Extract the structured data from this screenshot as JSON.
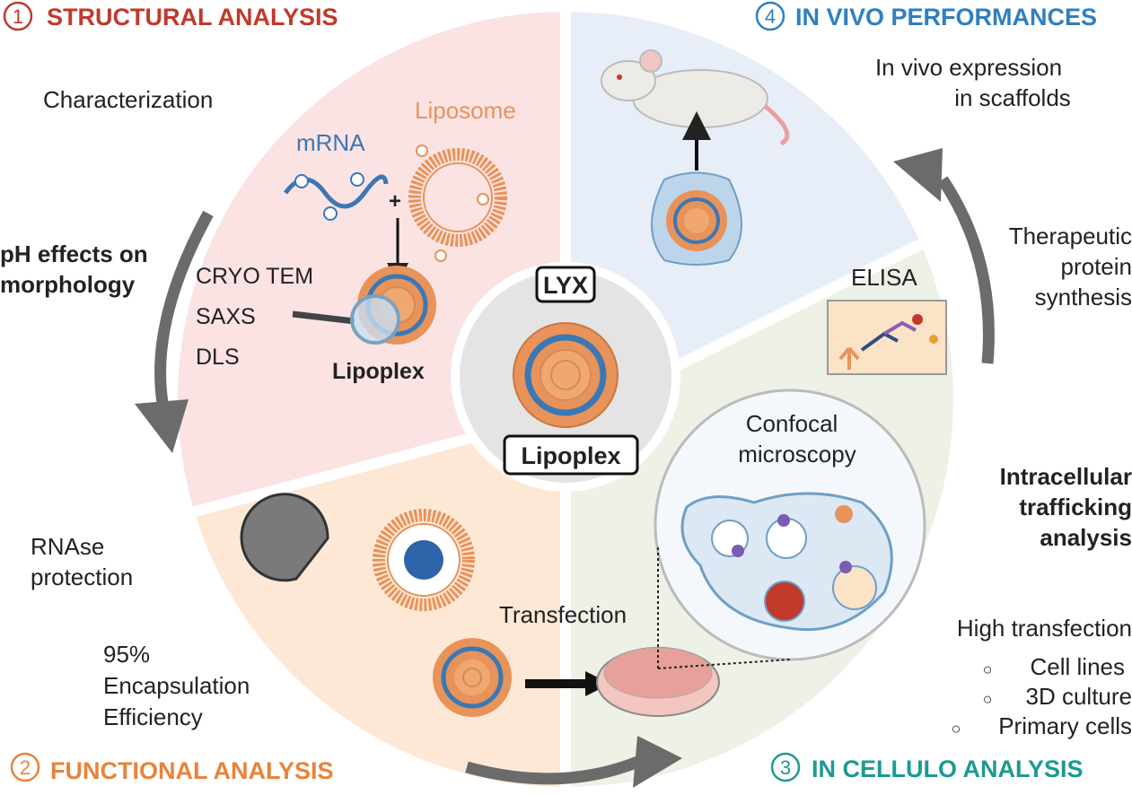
{
  "sections": {
    "structural": {
      "number": "1",
      "title": "STRUCTURAL ANALYSIS",
      "color": "#c0392b"
    },
    "functional": {
      "number": "2",
      "title": "FUNCTIONAL ANALYSIS",
      "color": "#e8833a"
    },
    "in_cellulo": {
      "number": "3",
      "title": "IN CELLULO ANALYSIS",
      "color": "#1d9a92"
    },
    "in_vivo": {
      "number": "4",
      "title": "IN VIVO PERFORMANCES",
      "color": "#2f7fbf"
    }
  },
  "structural": {
    "characterization": "Characterization",
    "mrna": "mRNA",
    "liposome": "Liposome",
    "plus": "+",
    "techniques": [
      "CRYO TEM",
      "SAXS",
      "DLS"
    ],
    "lipoplex": "Lipoplex",
    "ph_effects": [
      "pH effects on",
      "morphology"
    ]
  },
  "center": {
    "top_label": "LYX",
    "bottom_label": "Lipoplex"
  },
  "functional": {
    "rnase": [
      "RNAse",
      "protection"
    ],
    "encapsulation": [
      "95%",
      "Encapsulation",
      "Efficiency"
    ],
    "transfection": "Transfection"
  },
  "in_cellulo": {
    "confocal": [
      "Confocal",
      "microscopy"
    ],
    "trafficking": [
      "Intracellular",
      "trafficking",
      "analysis"
    ],
    "high_transfection": "High transfection",
    "bullets": [
      "Cell lines",
      "3D culture",
      "Primary cells"
    ],
    "bullet_glyph": "○"
  },
  "in_vivo": {
    "expression": [
      "In vivo expression",
      "in scaffolds"
    ],
    "elisa": "ELISA",
    "therapeutic": [
      "Therapeutic",
      "protein",
      "synthesis"
    ]
  },
  "colors": {
    "quad_red": "#fbe3e3",
    "quad_blue": "#e8eef8",
    "quad_green": "#eef1e6",
    "quad_orange": "#fde8d6",
    "center_gray": "#e4e4e4",
    "lipo_orange": "#e8935a",
    "lipo_blue": "#3a78b5",
    "arrow_gray": "#6b6b6b"
  }
}
